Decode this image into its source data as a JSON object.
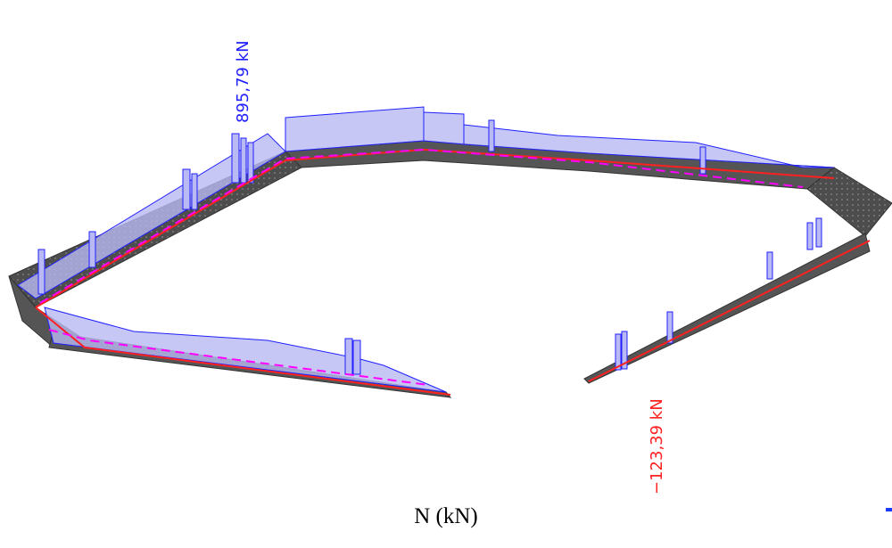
{
  "diagram": {
    "max_label": "895,79 kN",
    "min_label": "−123,39 kN",
    "caption": "N (kN)"
  },
  "colors": {
    "slab": "#5a5a5a",
    "slab_edge": "#3a3a3a",
    "diagram_fill": "#b9b9f3",
    "diagram_line": "#2020ff",
    "beam_red": "#ff2020",
    "beam_magenta": "#ff00ff",
    "max_color": "#2020ff",
    "min_color": "#ff2020"
  }
}
